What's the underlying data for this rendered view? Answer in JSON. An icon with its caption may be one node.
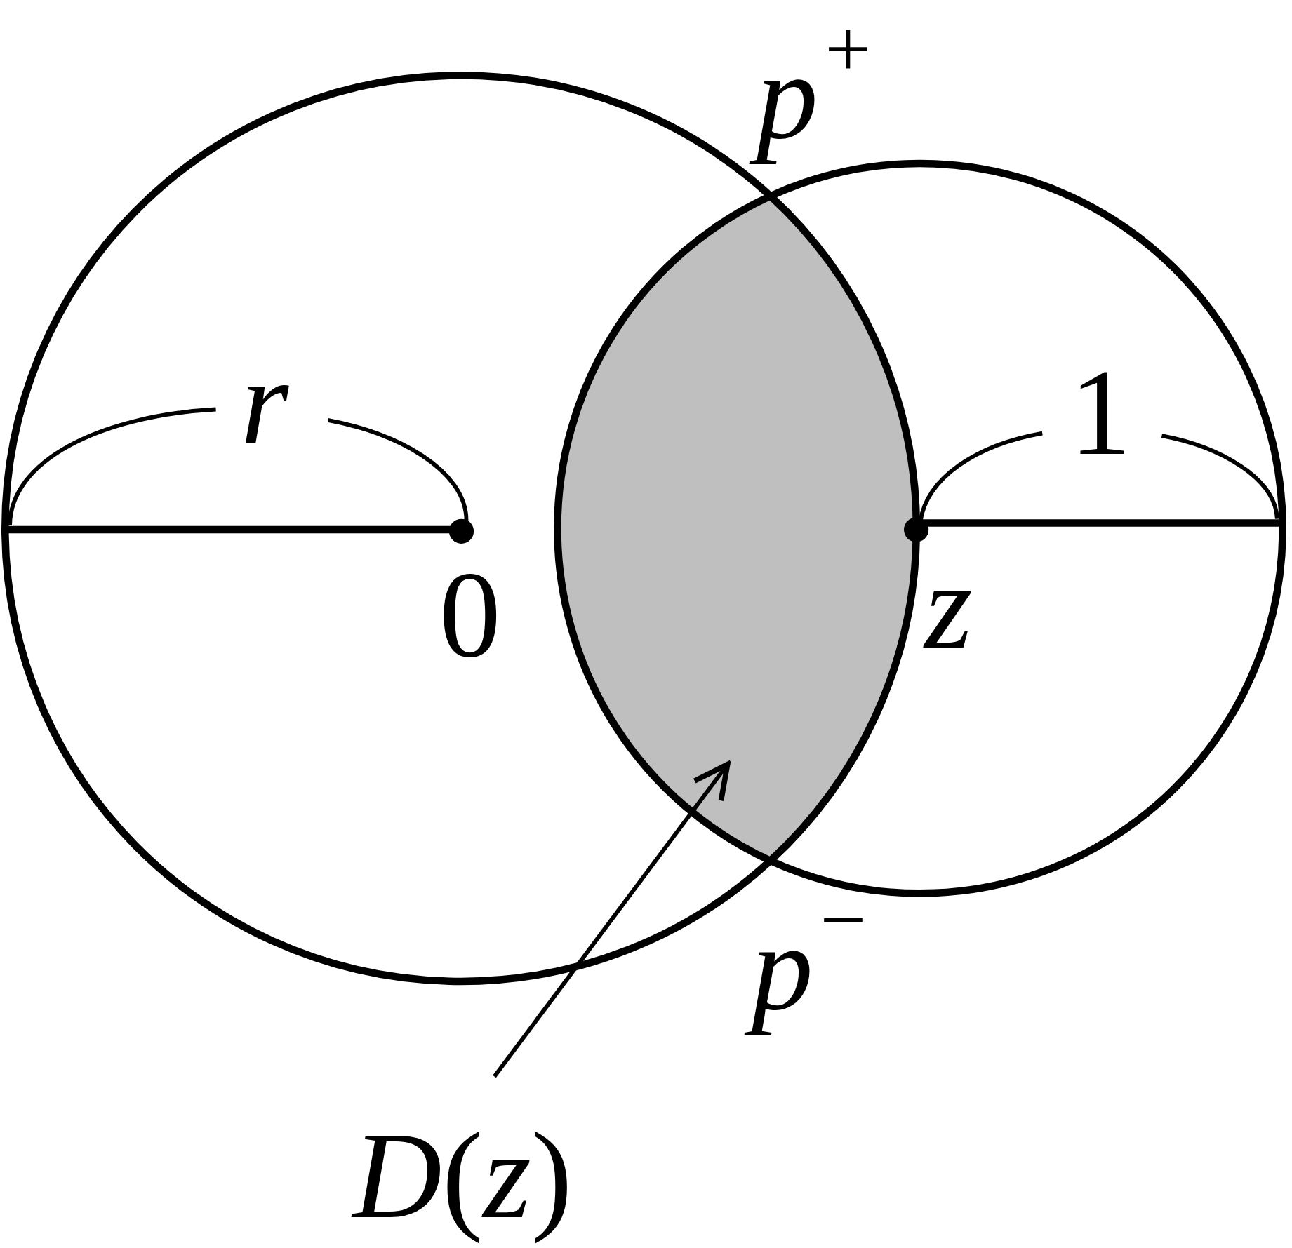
{
  "diagram": {
    "nodes": [
      {
        "text": [
          "*D*(*z*)"
        ]
      },
      {
        "text": [],
        "shape": "lens"
      }
    ],
    "edges": [
      {
        "from": 0,
        "to": 1,
        "arrow": "to"
      }
    ],
    "labels": [
      "*p*$^{+}$",
      "r",
      "1",
      "0",
      "z",
      "*p*$^{−}$"
    ]
  }
}
